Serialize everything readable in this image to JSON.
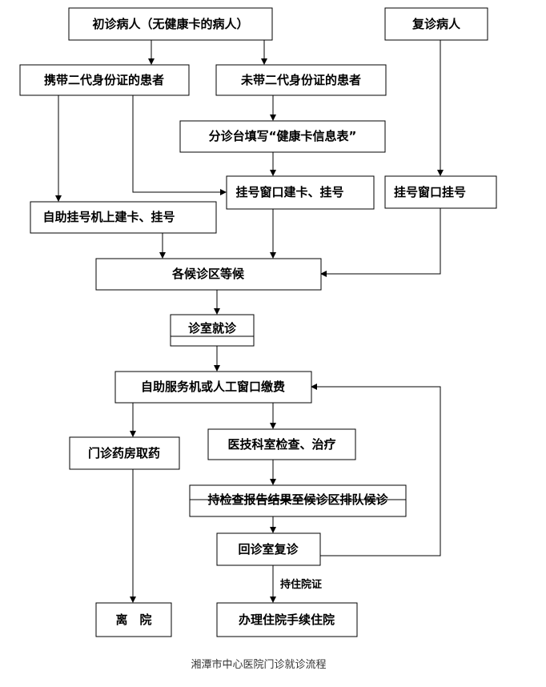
{
  "diagram": {
    "nodes": {
      "initial": "初诊病人（无健康卡的病人）",
      "return_visit": "复诊病人",
      "with_id": "携带二代身份证的患者",
      "without_id": "未带二代身份证的患者",
      "fill_form": "分诊台填写“健康卡信息表”",
      "window_card": "挂号窗口建卡、挂号",
      "window_register": "挂号窗口挂号",
      "self_service_card": "自助挂号机上建卡、挂号",
      "waiting": "各候诊区等候",
      "consult": "诊室就诊",
      "payment": "自助服务机或人工窗口缴费",
      "pharmacy": "门诊药房取药",
      "exam": "医技科室检查、治疗",
      "report": "持检查报告结果至候诊区排队候诊",
      "revisit": "回诊室复诊",
      "leave": "离　院",
      "admission": "办理住院手续住院"
    },
    "edge_labels": {
      "admission_card": "持住院证"
    },
    "caption": "湘潭市中心医院门诊就诊流程"
  }
}
